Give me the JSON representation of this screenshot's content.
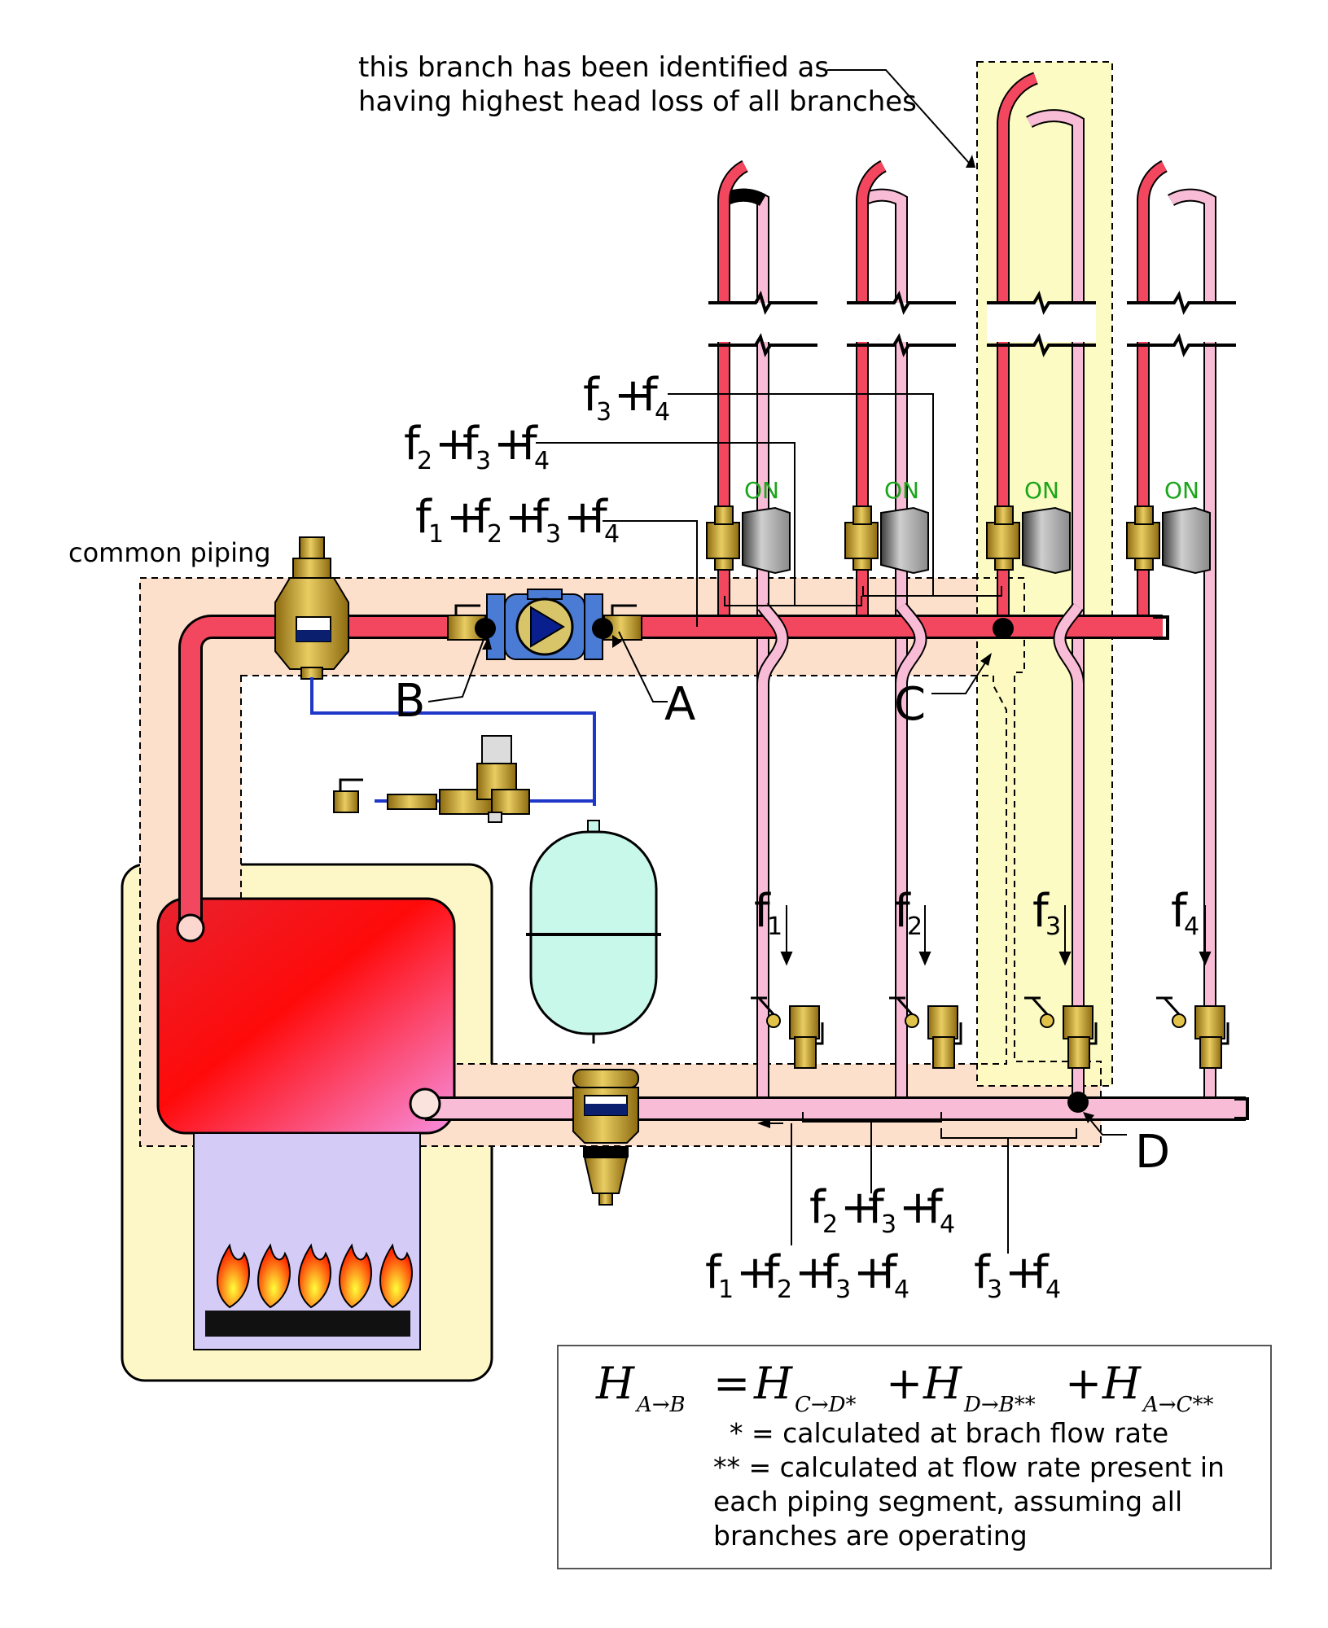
{
  "annotation": {
    "line1": "this branch has been identified as",
    "line2": "having highest head loss of all branches"
  },
  "common_piping_label": "common piping",
  "points": {
    "A": "A",
    "B": "B",
    "C": "C",
    "D": "D"
  },
  "branch_status": [
    "ON",
    "ON",
    "ON",
    "ON"
  ],
  "branch_flows": [
    "f1",
    "f2",
    "f3",
    "f4"
  ],
  "flow_letter": "f",
  "flow_labels": {
    "supply_f3f4": [
      "3",
      "4"
    ],
    "supply_f2f3f4": [
      "2",
      "3",
      "4"
    ],
    "supply_f1f2f3f4": [
      "1",
      "2",
      "3",
      "4"
    ],
    "return_f2f3f4": [
      "2",
      "3",
      "4"
    ],
    "return_f1f2f3f4": [
      "1",
      "2",
      "3",
      "4"
    ],
    "return_f3f4": [
      "3",
      "4"
    ]
  },
  "equation": {
    "lhs": "H",
    "lhs_sub": "A→B",
    "t1": "H",
    "t1_sub": "C→D*",
    "t2": "H",
    "t2_sub": "D→B**",
    "t3": "H",
    "t3_sub": "A→C**",
    "note1": "* = calculated at brach flow rate",
    "note2": "** = calculated at flow rate present in",
    "note3": "each piping segment, assuming all",
    "note4": "branches are operating"
  },
  "colors": {
    "supply_pipe": "#f2475e",
    "return_pipe": "#f9bcd6",
    "common_zone": "#fde0cc",
    "branch_highlight": "#fdfbbf",
    "boiler_cabinet": "#fdf7c7",
    "fire_box": "#d4ccf7",
    "valve_brass": "#c9a733",
    "pump_blue": "#4a7cd6",
    "expansion_tank": "#c8f8ea",
    "fill_line": "#1f37c8",
    "on_text": "#1aa51a"
  }
}
